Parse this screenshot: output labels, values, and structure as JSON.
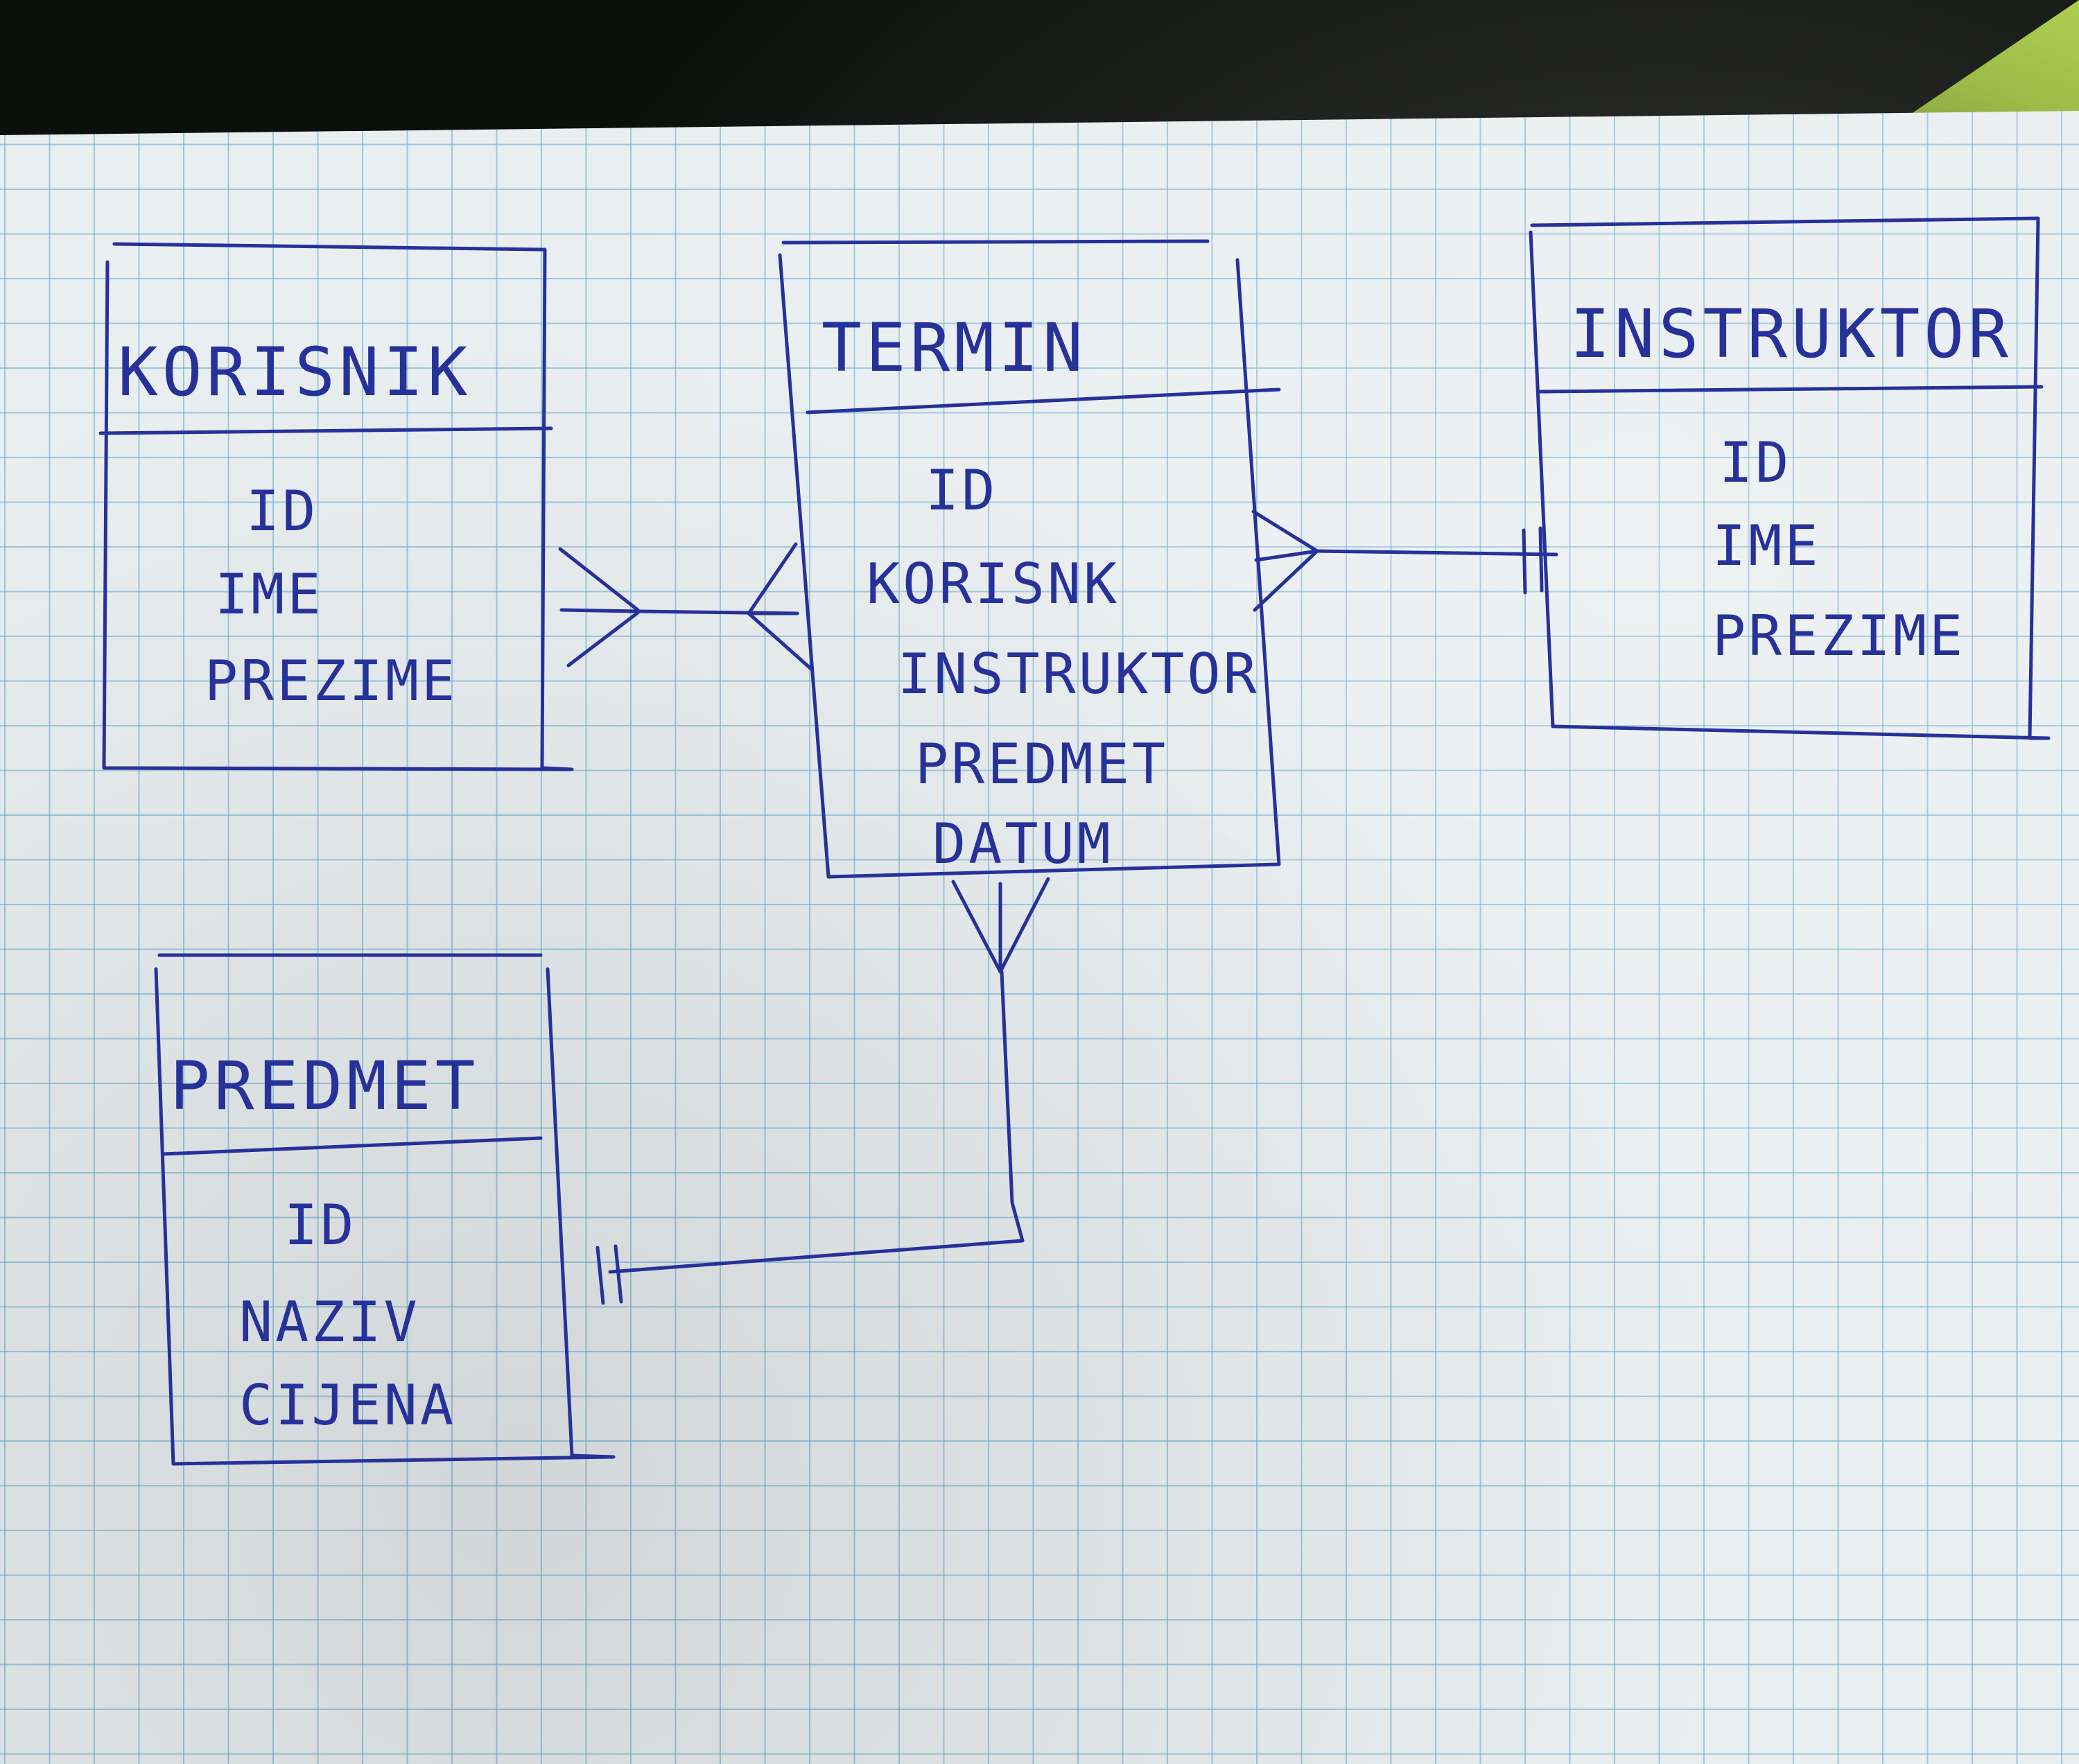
{
  "diagram": {
    "entities": {
      "korisnik": {
        "title": "KORISNIK",
        "attributes": [
          "ID",
          "IME",
          "PREZIME"
        ]
      },
      "termin": {
        "title": "TERMIN",
        "attributes": [
          "ID",
          "KORISNK",
          "INSTRUKTOR",
          "PREDMET",
          "DATUM"
        ]
      },
      "instruktor": {
        "title": "INSTRUKTOR",
        "attributes": [
          "ID",
          "IME",
          "PREZIME"
        ]
      },
      "predmet": {
        "title": "PREDMET",
        "attributes": [
          "ID",
          "NAZIV",
          "CIJENA"
        ]
      }
    },
    "relationships": [
      {
        "from": "KORISNIK",
        "to": "TERMIN",
        "from_end": "many",
        "to_end": "many"
      },
      {
        "from": "TERMIN",
        "to": "INSTRUKTOR",
        "from_end": "many",
        "to_end": "one"
      },
      {
        "from": "TERMIN",
        "to": "PREDMET",
        "from_end": "many",
        "to_end": "one"
      }
    ]
  },
  "colors": {
    "ink": "#27319a",
    "paper": "#e9eef0",
    "grid": "#5faacd",
    "background": "#0d0f0c"
  }
}
